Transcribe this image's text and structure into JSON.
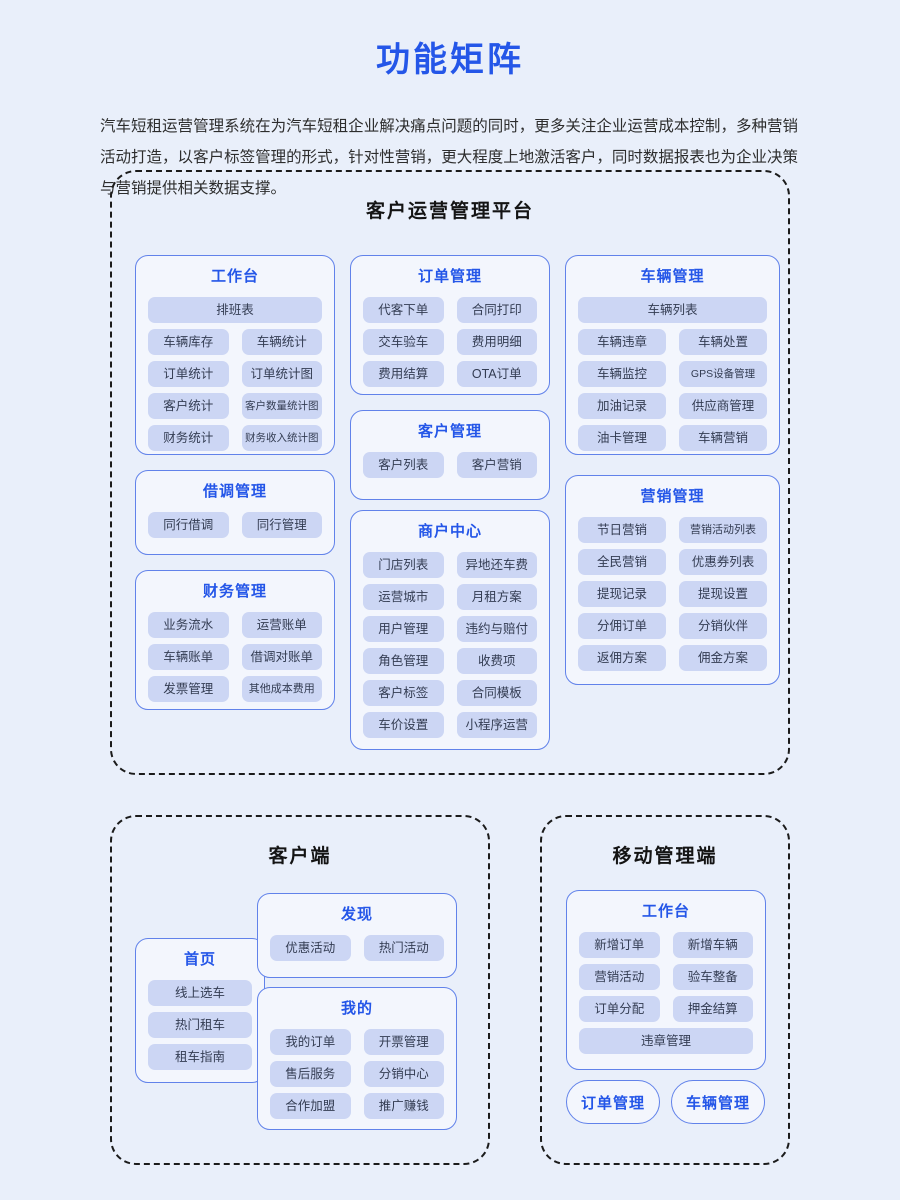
{
  "page": {
    "title": "功能矩阵",
    "description": "汽车短租运营管理系统在为汽车短租企业解决痛点问题的同时，更多关注企业运营成本控制，多种营销活动打造，以客户标签管理的形式，针对性营销，更大程度上地激活客户，同时数据报表也为企业决策与营销提供相关数据支撑。"
  },
  "colors": {
    "page_bg": "#e9effa",
    "accent_blue": "#2456e8",
    "card_border": "#6182ea",
    "card_bg": "#f3f6fd",
    "pill_bg": "#ccd6f4",
    "pill_text": "#333c52",
    "dash_border": "#1b1b1b"
  },
  "platform": {
    "title": "客户运营管理平台",
    "cards": {
      "workbench": {
        "title": "工作台",
        "rows": [
          [
            "排班表"
          ],
          [
            "车辆库存",
            "车辆统计"
          ],
          [
            "订单统计",
            "订单统计图"
          ],
          [
            "客户统计",
            "客户数量统计图"
          ],
          [
            "财务统计",
            "财务收入统计图"
          ]
        ]
      },
      "secondment": {
        "title": "借调管理",
        "rows": [
          [
            "同行借调",
            "同行管理"
          ]
        ]
      },
      "finance": {
        "title": "财务管理",
        "rows": [
          [
            "业务流水",
            "运营账单"
          ],
          [
            "车辆账单",
            "借调对账单"
          ],
          [
            "发票管理",
            "其他成本费用"
          ]
        ]
      },
      "orders": {
        "title": "订单管理",
        "rows": [
          [
            "代客下单",
            "合同打印"
          ],
          [
            "交车验车",
            "费用明细"
          ],
          [
            "费用结算",
            "OTA订单"
          ]
        ]
      },
      "customers": {
        "title": "客户管理",
        "rows": [
          [
            "客户列表",
            "客户营销"
          ]
        ]
      },
      "merchant": {
        "title": "商户中心",
        "rows": [
          [
            "门店列表",
            "异地还车费"
          ],
          [
            "运营城市",
            "月租方案"
          ],
          [
            "用户管理",
            "违约与赔付"
          ],
          [
            "角色管理",
            "收费项"
          ],
          [
            "客户标签",
            "合同模板"
          ],
          [
            "车价设置",
            "小程序运营"
          ]
        ]
      },
      "vehicles": {
        "title": "车辆管理",
        "rows": [
          [
            "车辆列表"
          ],
          [
            "车辆违章",
            "车辆处置"
          ],
          [
            "车辆监控",
            "GPS设备管理"
          ],
          [
            "加油记录",
            "供应商管理"
          ],
          [
            "油卡管理",
            "车辆营销"
          ]
        ]
      },
      "marketing": {
        "title": "营销管理",
        "rows": [
          [
            "节日营销",
            "营销活动列表"
          ],
          [
            "全民营销",
            "优惠券列表"
          ],
          [
            "提现记录",
            "提现设置"
          ],
          [
            "分佣订单",
            "分销伙伴"
          ],
          [
            "返佣方案",
            "佣金方案"
          ]
        ]
      }
    }
  },
  "client": {
    "title": "客户端",
    "cards": {
      "home": {
        "title": "首页",
        "rows": [
          [
            "线上选车"
          ],
          [
            "热门租车"
          ],
          [
            "租车指南"
          ]
        ]
      },
      "discover": {
        "title": "发现",
        "rows": [
          [
            "优惠活动",
            "热门活动"
          ]
        ]
      },
      "mine": {
        "title": "我的",
        "rows": [
          [
            "我的订单",
            "开票管理"
          ],
          [
            "售后服务",
            "分销中心"
          ],
          [
            "合作加盟",
            "推广赚钱"
          ]
        ]
      }
    }
  },
  "mobile": {
    "title": "移动管理端",
    "cards": {
      "workbench": {
        "title": "工作台",
        "rows": [
          [
            "新增订单",
            "新增车辆"
          ],
          [
            "营销活动",
            "验车整备"
          ],
          [
            "订单分配",
            "押金结算"
          ],
          [
            "违章管理"
          ]
        ]
      }
    },
    "buttons": [
      {
        "label": "订单管理"
      },
      {
        "label": "车辆管理"
      }
    ]
  }
}
